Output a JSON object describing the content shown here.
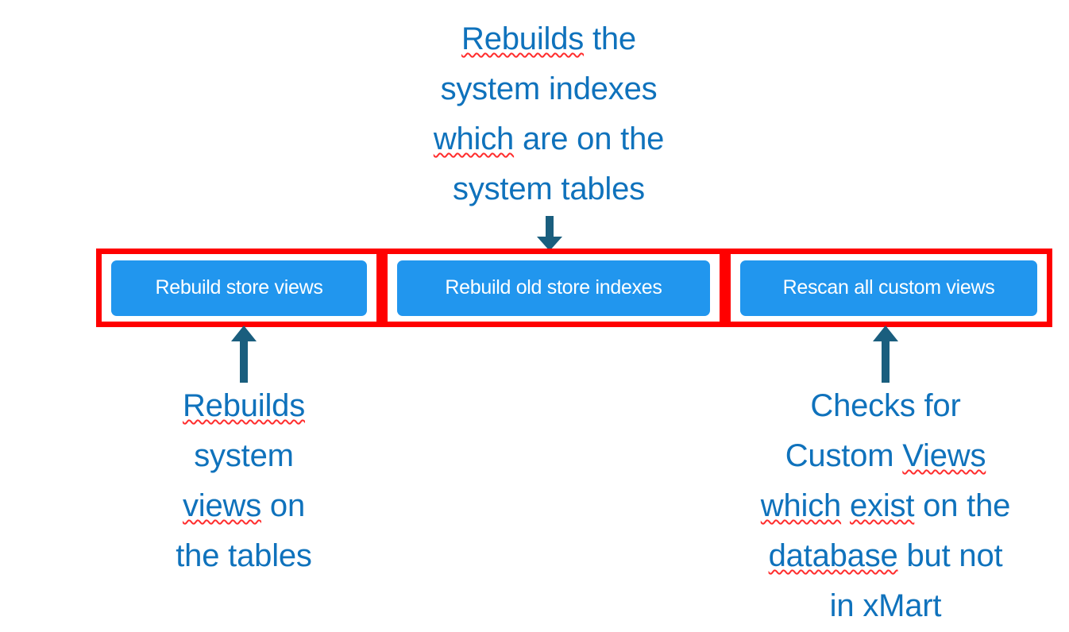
{
  "colors": {
    "button_blue": "#2196EE",
    "highlight_red": "#FF0000",
    "annotation_blue": "#0F72BC",
    "arrow_teal": "#1A5E7E",
    "spellcheck_red": "#FF2D2D",
    "background": "#FFFFFF"
  },
  "buttons": [
    {
      "label": "Rebuild store views"
    },
    {
      "label": "Rebuild old store indexes"
    },
    {
      "label": "Rescan all custom views"
    }
  ],
  "annotations": {
    "top": {
      "target_button": "Rebuild old store indexes",
      "arrow_direction": "down",
      "lines": [
        [
          {
            "text": "Rebuilds",
            "misspelled": true
          },
          {
            "text": " the",
            "misspelled": false
          }
        ],
        [
          {
            "text": "system indexes",
            "misspelled": false
          }
        ],
        [
          {
            "text": "which",
            "misspelled": true
          },
          {
            "text": " are on the",
            "misspelled": false
          }
        ],
        [
          {
            "text": "system tables",
            "misspelled": false
          }
        ]
      ]
    },
    "bottom_left": {
      "target_button": "Rebuild store views",
      "arrow_direction": "up",
      "lines": [
        [
          {
            "text": "Rebuilds",
            "misspelled": true
          }
        ],
        [
          {
            "text": "system",
            "misspelled": false
          }
        ],
        [
          {
            "text": "views",
            "misspelled": true
          },
          {
            "text": " on",
            "misspelled": false
          }
        ],
        [
          {
            "text": "the tables",
            "misspelled": false
          }
        ]
      ]
    },
    "bottom_right": {
      "target_button": "Rescan all custom views",
      "arrow_direction": "up",
      "lines": [
        [
          {
            "text": "Checks for",
            "misspelled": false
          }
        ],
        [
          {
            "text": "Custom ",
            "misspelled": false
          },
          {
            "text": "Views",
            "misspelled": true
          }
        ],
        [
          {
            "text": "which",
            "misspelled": true
          },
          {
            "text": " ",
            "misspelled": false
          },
          {
            "text": "exist",
            "misspelled": true
          },
          {
            "text": " on the",
            "misspelled": false
          }
        ],
        [
          {
            "text": "database",
            "misspelled": true
          },
          {
            "text": " but not",
            "misspelled": false
          }
        ],
        [
          {
            "text": "in xMart",
            "misspelled": false
          }
        ]
      ]
    }
  }
}
